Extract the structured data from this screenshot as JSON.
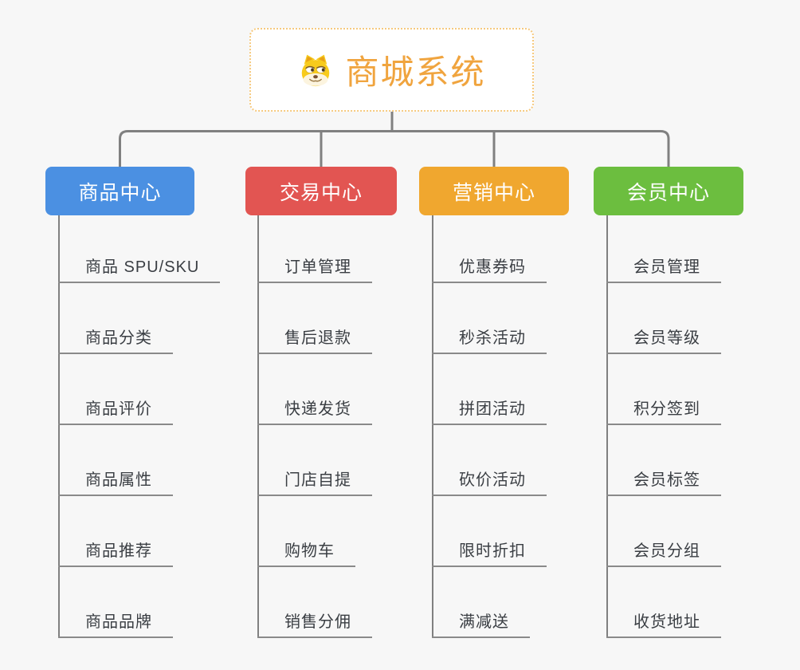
{
  "page": {
    "background": "#f7f7f7",
    "connector_color": "#808080",
    "underline_color": "#8a8a8a",
    "leaf_text_color": "#3a3e43"
  },
  "root": {
    "label": "商城系统",
    "icon": "doge-dog-face-icon",
    "text_color": "#F0A43E",
    "border_color": "#F6C97E",
    "background": "#ffffff"
  },
  "branches": [
    {
      "label": "商品中心",
      "color": "#4B90E2",
      "children": [
        "商品 SPU/SKU",
        "商品分类",
        "商品评价",
        "商品属性",
        "商品推荐",
        "商品品牌"
      ]
    },
    {
      "label": "交易中心",
      "color": "#E25552",
      "children": [
        "订单管理",
        "售后退款",
        "快递发货",
        "门店自提",
        "购物车",
        "销售分佣"
      ]
    },
    {
      "label": "营销中心",
      "color": "#F0A72F",
      "children": [
        "优惠券码",
        "秒杀活动",
        "拼团活动",
        "砍价活动",
        "限时折扣",
        "满减送"
      ]
    },
    {
      "label": "会员中心",
      "color": "#6CBE3F",
      "children": [
        "会员管理",
        "会员等级",
        "积分签到",
        "会员标签",
        "会员分组",
        "收货地址"
      ]
    }
  ]
}
